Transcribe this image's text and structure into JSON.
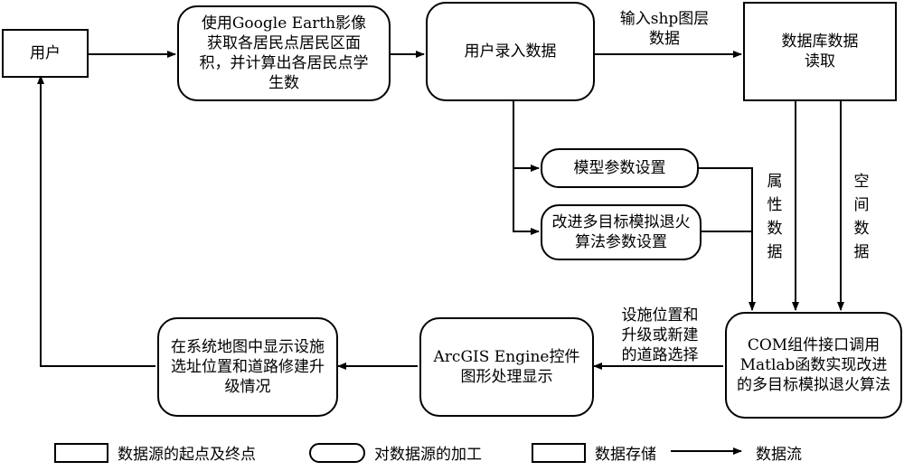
{
  "nodes": {
    "user": "用户",
    "google_earth": "使用Google Earth影像获取各居民点居民区面积，并计算出各居民点学生数",
    "user_input": "用户录入数据",
    "db_read": "数据库数据读取",
    "model_params": "模型参数设置",
    "sa_params": "改进多目标模拟退火算法参数设置",
    "com_matlab": "COM组件接口调用Matlab函数实现改进的多目标模拟退火算法",
    "arcgis": "ArcGIS Engine控件图形处理显示",
    "map_display": "在系统地图中显示设施选址位置和道路修建升级情况"
  },
  "edge_labels": {
    "shp_input": "输入shp图层\n数据",
    "attribute_data": "属性数据",
    "spatial_data": "空间数据",
    "facility_choice": "设施位置和\n升级或新建\n的道路选择"
  },
  "legend": {
    "data_source": "数据源的起点及终点",
    "processing": "对数据源的加工",
    "storage": "数据存储",
    "flow": "数据流"
  }
}
